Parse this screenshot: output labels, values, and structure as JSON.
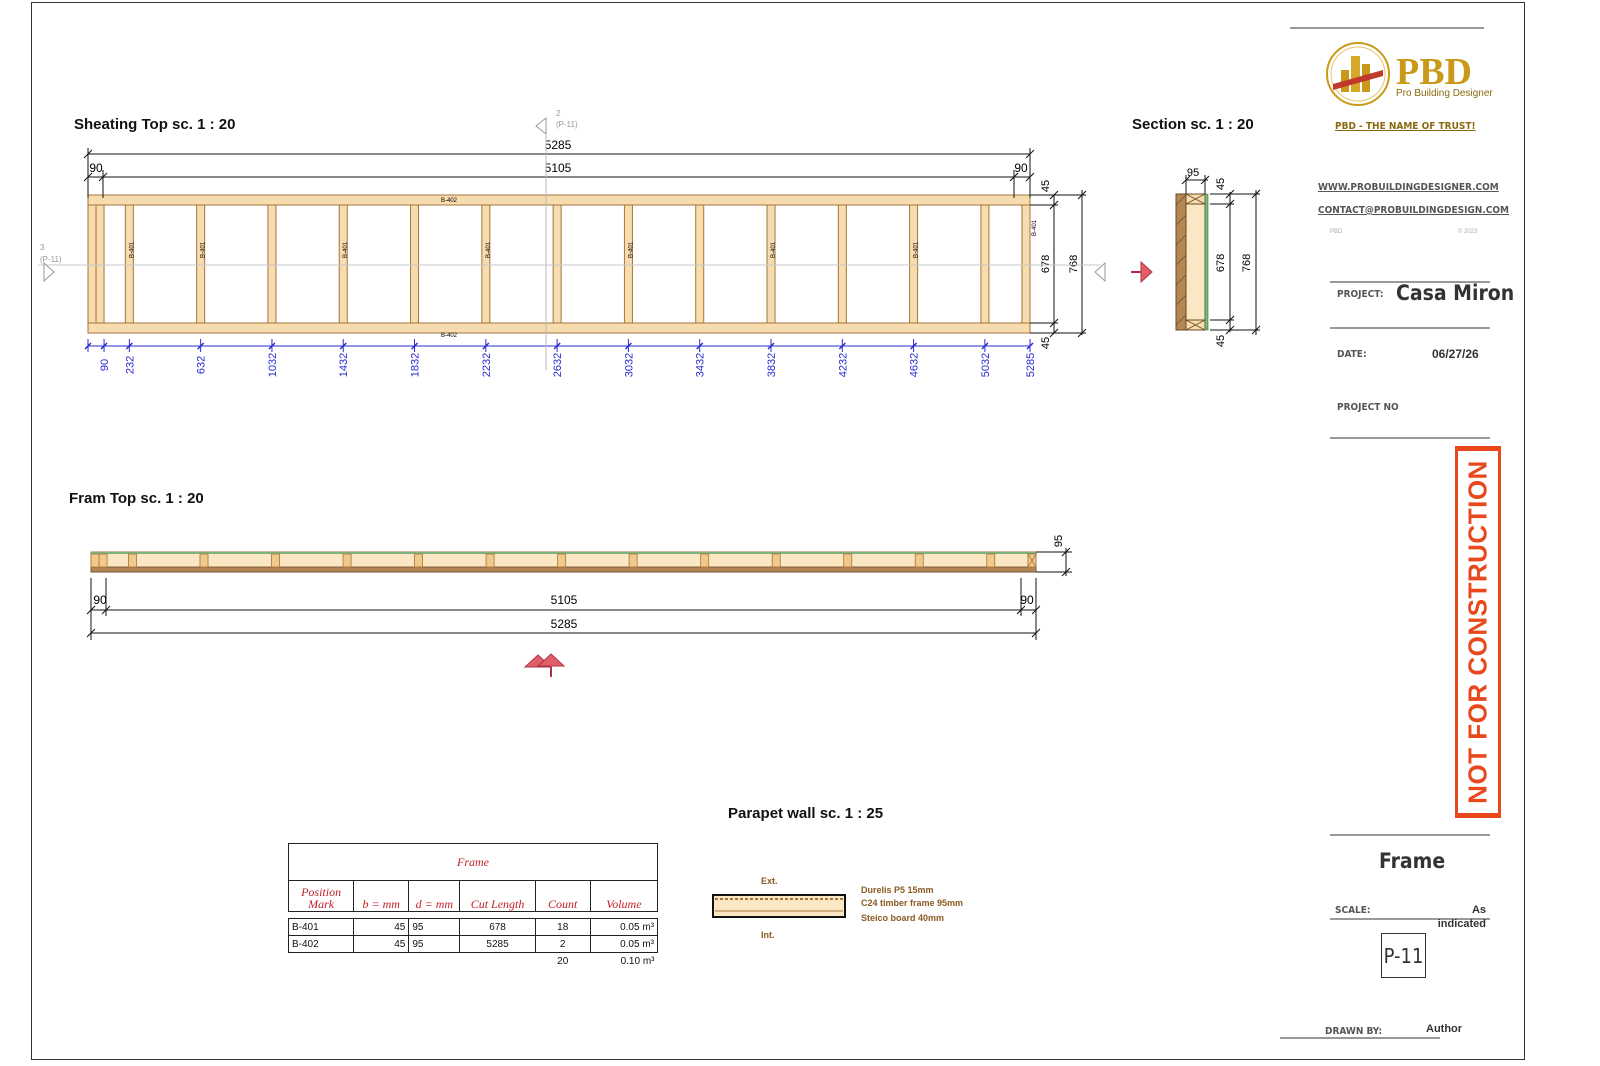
{
  "views": {
    "sheeting_top": "Sheating Top sc. 1 : 20",
    "section": "Section sc. 1 : 20",
    "frame_top": "Fram Top sc. 1 : 20",
    "parapet": "Parapet wall sc. 1 : 25"
  },
  "dims": {
    "overall": "5285",
    "inner": "5105",
    "end": "90",
    "height_total": "768",
    "height_inner": "678",
    "plate": "45",
    "frame_depth": "95",
    "offsets": [
      "90",
      "232",
      "632",
      "1032",
      "1432",
      "1832",
      "2232",
      "2632",
      "3032",
      "3432",
      "3832",
      "4232",
      "4632",
      "5032",
      "5285"
    ]
  },
  "marks": {
    "plate": "B-402",
    "stud": "B-401",
    "section_ref": "2",
    "elev_ref": "3",
    "sheet_ref": "(P-11)"
  },
  "parapet": {
    "ext": "Ext.",
    "int": "Int.",
    "layers": [
      "Durelis P5 15mm",
      "C24 timber frame 95mm",
      "Steico board 40mm"
    ]
  },
  "schedule": {
    "title": "Frame",
    "headers": [
      "Position Mark",
      "b = mm",
      "d = mm",
      "Cut Length",
      "Count",
      "Volume"
    ],
    "rows": [
      {
        "mark": "B-401",
        "b": "45",
        "d": "95",
        "length": "678",
        "count": "18",
        "volume": "0.05 m³"
      },
      {
        "mark": "B-402",
        "b": "45",
        "d": "95",
        "length": "5285",
        "count": "2",
        "volume": "0.05 m³"
      }
    ],
    "total_count": "20",
    "total_volume": "0.10 m³"
  },
  "titleblock": {
    "logo_text": "PBD",
    "logo_sub": "Pro Building Designer",
    "tagline": "PBD - THE NAME OF TRUST!",
    "website": "WWW.PROBUILDINGDESIGNER.COM",
    "email": "CONTACT@PROBUILDINGDESIGN.COM",
    "small_left": "PBD",
    "small_right": "© 2023",
    "project_label": "PROJECT:",
    "project": "Casa Miron",
    "date_label": "DATE:",
    "date": "06/27/26",
    "project_no_label": "PROJECT NO",
    "stamp": "NOT FOR CONSTRUCTION",
    "sheet_name": "Frame",
    "scale_label": "SCALE:",
    "scale_value": "As indicated",
    "sheet_number": "P-11",
    "drawn_by_label": "DRAWN BY:",
    "drawn_by": "Author"
  },
  "colors": {
    "timber": "#f6dcae",
    "timber_edge": "#a7753a",
    "dimension_blue": "#2a2ad0",
    "stamp": "#e8481c",
    "brand_gold": "#c99a1a",
    "arrow": "#e0606a"
  }
}
